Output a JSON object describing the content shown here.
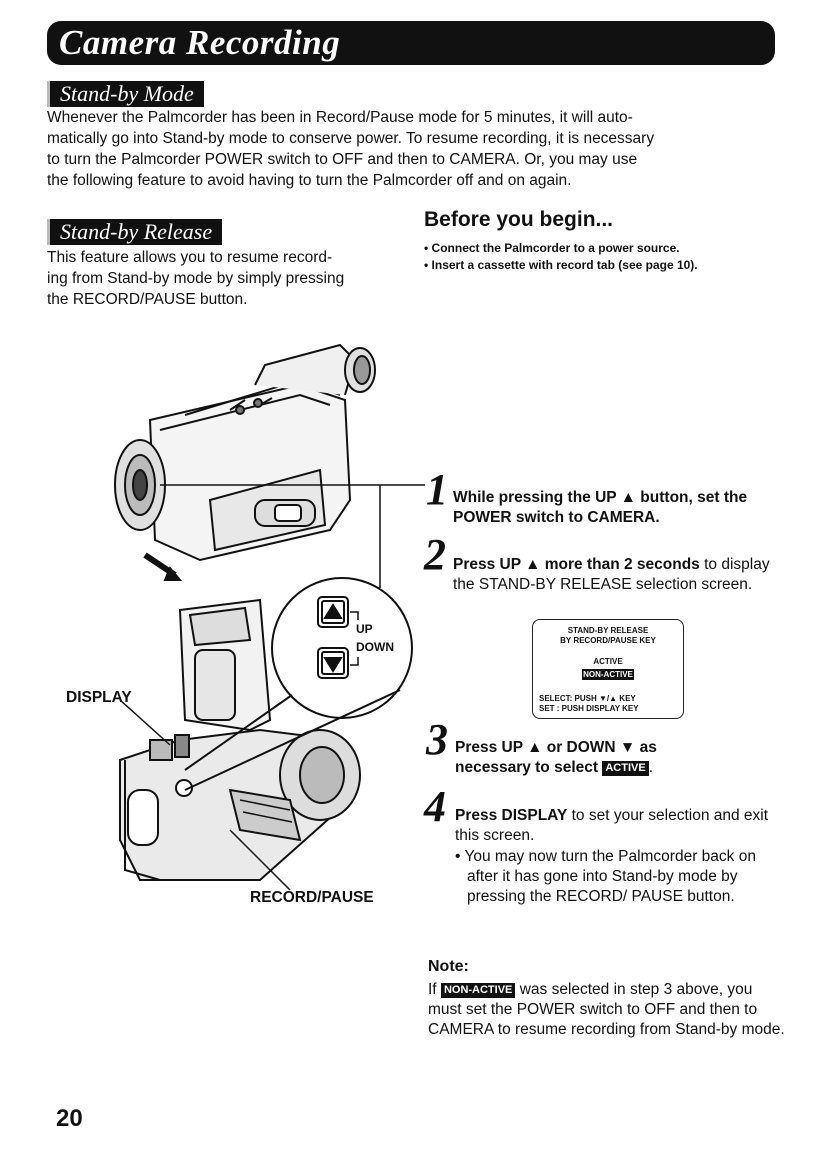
{
  "header": {
    "title": "Camera Recording"
  },
  "standby_mode": {
    "heading": "Stand-by Mode",
    "lines": [
      "Whenever the Palmcorder has been in Record/Pause mode for 5 minutes, it will auto-",
      "matically go into Stand-by mode to conserve power. To resume recording, it is necessary",
      "to turn the Palmcorder POWER switch to OFF and then to CAMERA. Or, you may use",
      "the following feature to avoid having to turn the Palmcorder off and on again."
    ]
  },
  "standby_release": {
    "heading": "Stand-by Release",
    "lines": [
      "This feature allows you to resume record-",
      "ing from Stand-by mode by simply pressing",
      "the RECORD/PAUSE button."
    ]
  },
  "before_you_begin": {
    "title": "Before you begin...",
    "items": [
      "• Connect the Palmcorder to a power source.",
      "• Insert a cassette with record tab (see page 10)."
    ]
  },
  "illustration": {
    "labels": {
      "up": "UP",
      "down": "DOWN",
      "display": "DISPLAY",
      "record_pause": "RECORD/PAUSE"
    }
  },
  "steps": [
    {
      "num": "1",
      "bold": "While pressing the UP ▲ button, set the POWER switch to CAMERA.",
      "rest": ""
    },
    {
      "num": "2",
      "bold": "Press UP ▲ more than 2 seconds",
      "rest": " to display the STAND-BY RELEASE selection screen."
    },
    {
      "num": "3",
      "bold": "Press UP ▲ or DOWN ▼ as",
      "rest": "necessary to select",
      "chip": "ACTIVE",
      "after": "."
    },
    {
      "num": "4",
      "bold": "Press DISPLAY",
      "rest": " to set your selection and exit this screen.",
      "sub": "• You may now turn the Palmcorder back on after it has gone into Stand-by mode by pressing the RECORD/ PAUSE button."
    }
  ],
  "osd": {
    "title_line1": "STAND-BY RELEASE",
    "title_line2": "BY RECORD/PAUSE KEY",
    "active": "ACTIVE",
    "nonactive": "NON-ACTIVE",
    "select_line": "SELECT: PUSH ▼/▲ KEY",
    "set_line": "SET    : PUSH DISPLAY KEY"
  },
  "note": {
    "title": "Note:",
    "prefix": "If",
    "chip": "NON-ACTIVE",
    "text": " was selected in step 3 above, you must set the POWER switch to OFF and then to CAMERA to resume recording from Stand-by mode."
  },
  "page_number": "20"
}
